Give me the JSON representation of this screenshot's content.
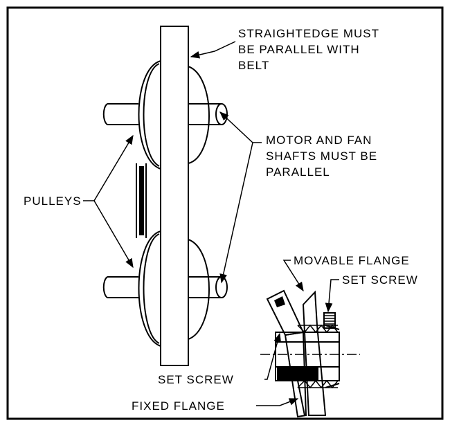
{
  "labels": {
    "straightedge": [
      "STRAIGHTEDGE MUST",
      "BE PARALLEL WITH",
      "BELT"
    ],
    "shafts": [
      "MOTOR AND FAN",
      "SHAFTS MUST BE",
      "PARALLEL"
    ],
    "pulleys": "PULLEYS",
    "movable_flange": "MOVABLE FLANGE",
    "set_screw_top": "SET SCREW",
    "set_screw_bottom": "SET SCREW",
    "fixed_flange": "FIXED FLANGE"
  }
}
